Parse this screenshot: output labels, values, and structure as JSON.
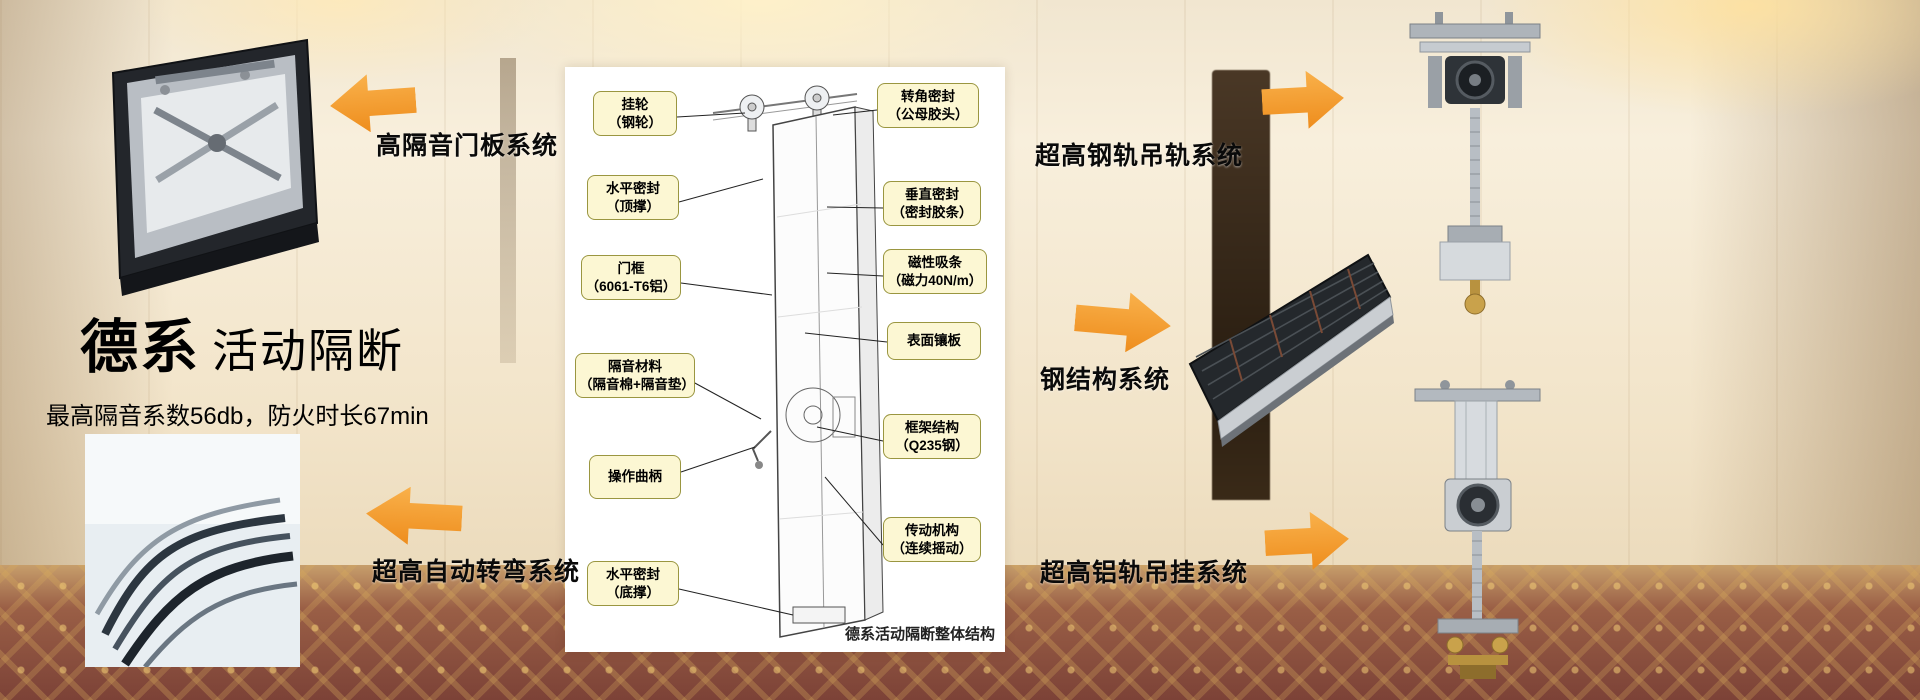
{
  "hero": {
    "title_bold": "德系",
    "title_light": "活动隔断",
    "subtitle": "最高隔音系数56db，防火时长67min"
  },
  "arrows": {
    "top_left": "高隔音门板系统",
    "bottom_left": "超高自动转弯系统",
    "top_right": "超高钢轨吊轨系统",
    "mid_right": "钢结构系统",
    "bottom_right": "超高铝轨吊挂系统"
  },
  "diagram": {
    "caption": "德系活动隔断整体结构",
    "labels_left": [
      {
        "line1": "挂轮",
        "line2": "（钢轮）"
      },
      {
        "line1": "水平密封",
        "line2": "（顶撑）"
      },
      {
        "line1": "门框",
        "line2": "（6061-T6铝）"
      },
      {
        "line1": "隔音材料",
        "line2": "（隔音棉+隔音垫）"
      },
      {
        "line1": "操作曲柄",
        "line2": ""
      },
      {
        "line1": "水平密封",
        "line2": "（底撑）"
      }
    ],
    "labels_right": [
      {
        "line1": "转角密封",
        "line2": "（公母胶头）"
      },
      {
        "line1": "垂直密封",
        "line2": "（密封胶条）"
      },
      {
        "line1": "磁性吸条",
        "line2": "（磁力40N/m）"
      },
      {
        "line1": "表面镶板",
        "line2": ""
      },
      {
        "line1": "框架结构",
        "line2": "（Q235钢）"
      },
      {
        "line1": "传动机构",
        "line2": "（连续摇动）"
      }
    ]
  },
  "colors": {
    "arrow_orange": "#EE8D1D",
    "callout_bg": "#FCF7D3",
    "callout_border": "#9A9640",
    "carpet": "#7C4237"
  }
}
